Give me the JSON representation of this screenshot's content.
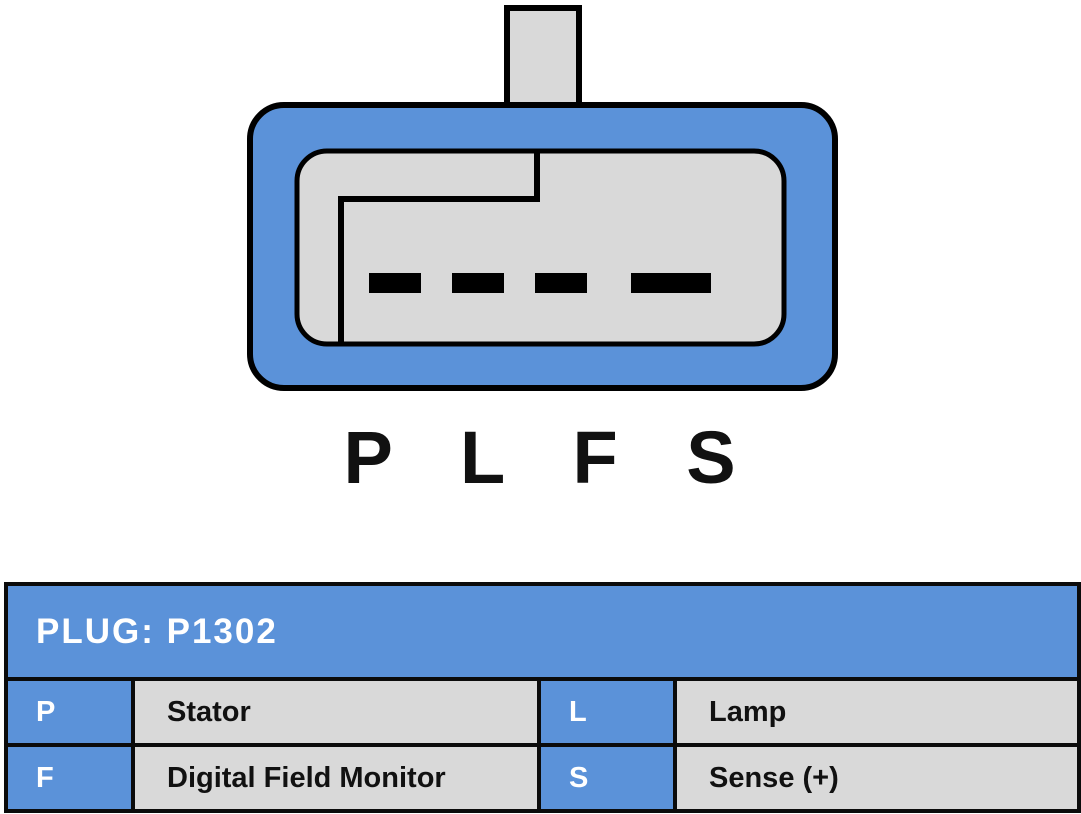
{
  "colors": {
    "blue": "#5b92d9",
    "gray": "#d9d9d9",
    "outline": "#000000"
  },
  "connector": {
    "pin_labels": "P L F S",
    "pin_count": 4
  },
  "table": {
    "title": "PLUG: P1302",
    "rows": [
      [
        "P",
        "Stator",
        "L",
        "Lamp"
      ],
      [
        "F",
        "Digital Field Monitor",
        "S",
        "Sense (+)"
      ]
    ]
  }
}
